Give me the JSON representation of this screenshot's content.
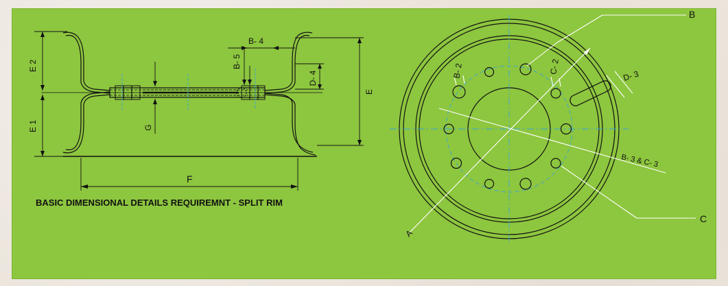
{
  "caption": "BASIC DIMENSIONAL DETAILS REQUIREMNT  - SPLIT RIM",
  "labels": {
    "E2": "E 2",
    "E1": "E 1",
    "E": "E",
    "G": "G",
    "F": "F",
    "B4": "B- 4",
    "B5": "B- 5",
    "D4": "D- 4",
    "B2": "B- 2",
    "C2": "C- 2",
    "D3": "D- 3",
    "B3C3": "B- 3 & C- 3",
    "A": "A",
    "B": "B",
    "C": "C"
  },
  "colors": {
    "background": "#8dc63f",
    "line": "#111111",
    "centerline": "#3aa6d8",
    "outer": "#ece6dd"
  }
}
